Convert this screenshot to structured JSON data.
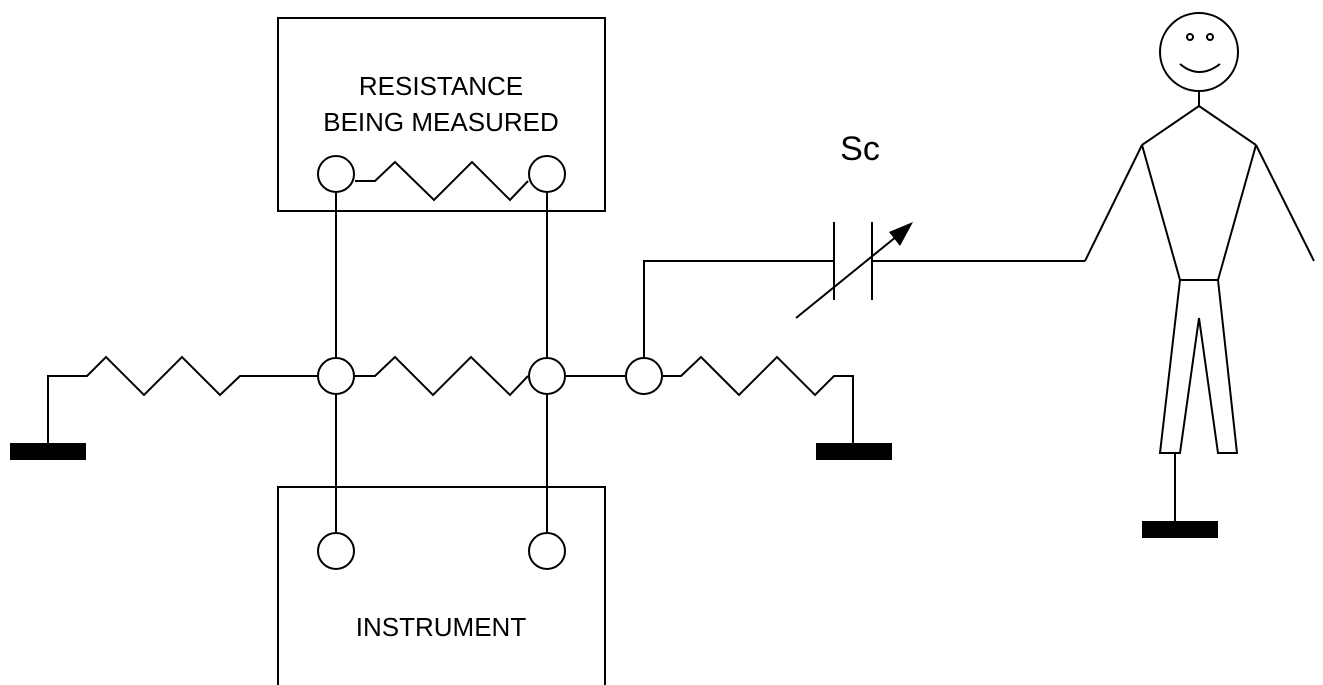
{
  "labels": {
    "resistance_line1": "RESISTANCE",
    "resistance_line2": "BEING MEASURED",
    "instrument": "INSTRUMENT",
    "capacitance": "Sc"
  },
  "colors": {
    "stroke": "#000000",
    "background": "#ffffff"
  },
  "icons": {
    "person": "stick-figure-icon",
    "ground": "ground-icon",
    "variable_capacitor": "variable-capacitor-icon"
  }
}
